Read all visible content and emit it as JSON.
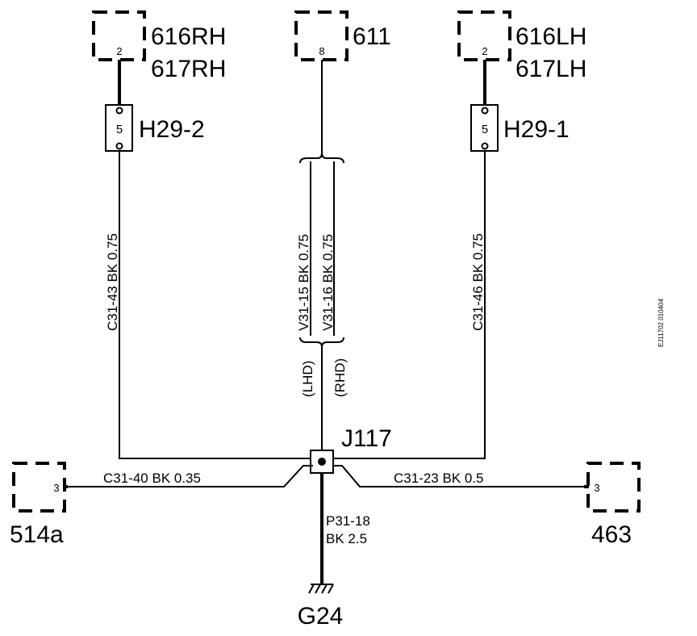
{
  "connectors": {
    "c616rh": {
      "pin": "2",
      "name1": "616RH",
      "name2": "617RH"
    },
    "c611": {
      "pin": "8",
      "name1": "611"
    },
    "c616lh": {
      "pin": "2",
      "name1": "616LH",
      "name2": "617LH"
    },
    "c514a": {
      "pin": "3",
      "name1": "514a"
    },
    "c463": {
      "pin": "3",
      "name1": "463"
    }
  },
  "splices": {
    "h29_2": {
      "pin": "5",
      "name": "H29-2"
    },
    "h29_1": {
      "pin": "5",
      "name": "H29-1"
    },
    "j117": {
      "name": "J117"
    }
  },
  "wires": {
    "c31_43": "C31-43   BK   0.75",
    "v31_15": "V31-15   BK   0.75",
    "v31_16": "V31-16   BK   0.75",
    "c31_46": "C31-46   BK   0.75",
    "c31_40": "C31-40   BK   0.35",
    "c31_23": "C31-23   BK   0.5",
    "p31_18_a": "P31-18",
    "p31_18_b": "BK    2.5"
  },
  "variants": {
    "lhd": "(LHD)",
    "rhd": "(RHD)"
  },
  "ground": {
    "name": "G24"
  },
  "figure_code": "EJ11702 010404"
}
